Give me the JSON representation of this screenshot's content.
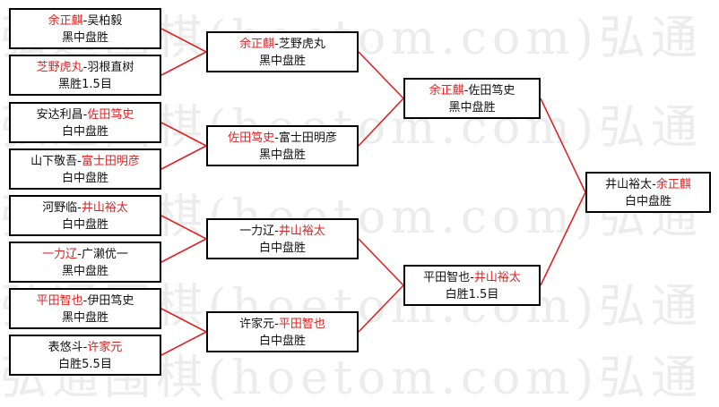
{
  "watermark": "弘通围棋(hoetom.com)弘通",
  "colors": {
    "winner": "#e12222",
    "text": "#111111",
    "line": "#e12222",
    "border": "#000000"
  },
  "matches": [
    {
      "id": "r1m1",
      "a": "余正麒",
      "b": "吴柏毅",
      "winner": "a",
      "result": "黑中盘胜"
    },
    {
      "id": "r1m2",
      "a": "芝野虎丸",
      "b": "羽根直树",
      "winner": "a",
      "result": "黑胜1.5目"
    },
    {
      "id": "r1m3",
      "a": "安达利昌",
      "b": "佐田笃史",
      "winner": "b",
      "result": "白中盘胜"
    },
    {
      "id": "r1m4",
      "a": "山下敬吾",
      "b": "富士田明彦",
      "winner": "b",
      "result": "白中盘胜"
    },
    {
      "id": "r1m5",
      "a": "河野临",
      "b": "井山裕太",
      "winner": "b",
      "result": "白中盘胜"
    },
    {
      "id": "r1m6",
      "a": "一力辽",
      "b": "广濑优一",
      "winner": "a",
      "result": "黑中盘胜"
    },
    {
      "id": "r1m7",
      "a": "平田智也",
      "b": "伊田笃史",
      "winner": "a",
      "result": "黑中盘胜"
    },
    {
      "id": "r1m8",
      "a": "表悠斗",
      "b": "许家元",
      "winner": "b",
      "result": "白胜5.5目"
    },
    {
      "id": "r2m1",
      "a": "余正麒",
      "b": "芝野虎丸",
      "winner": "a",
      "result": "黑中盘胜"
    },
    {
      "id": "r2m2",
      "a": "佐田笃史",
      "b": "富士田明彦",
      "winner": "a",
      "result": "黑中盘胜"
    },
    {
      "id": "r2m3",
      "a": "一力辽",
      "b": "井山裕太",
      "winner": "b",
      "result": "白中盘胜"
    },
    {
      "id": "r2m4",
      "a": "许家元",
      "b": "平田智也",
      "winner": "b",
      "result": "白中盘胜"
    },
    {
      "id": "r3m1",
      "a": "余正麒",
      "b": "佐田笃史",
      "winner": "a",
      "result": "黑中盘胜"
    },
    {
      "id": "r3m2",
      "a": "平田智也",
      "b": "井山裕太",
      "winner": "b",
      "result": "白胜1.5目"
    },
    {
      "id": "final",
      "a": "井山裕太",
      "b": "余正麒",
      "winner": "b",
      "result": "白中盘胜"
    }
  ]
}
